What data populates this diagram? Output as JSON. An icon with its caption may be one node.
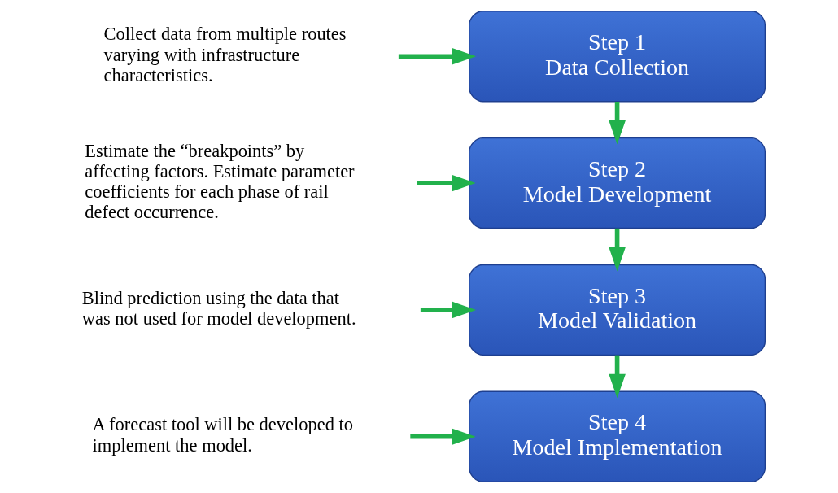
{
  "diagram": {
    "nodes": [
      {
        "text": [
          "Step 1",
          "Data Collection"
        ]
      },
      {
        "text": [
          "Step 2",
          "Model Development"
        ]
      },
      {
        "text": [
          "Step 3",
          "Model Validation"
        ]
      },
      {
        "text": [
          "Step 4",
          "Model Implementation"
        ]
      },
      {
        "text": [
          "Collect data from multiple routes varying with infrastructure characteristics."
        ]
      },
      {
        "text": [
          "Estimate the “breakpoints” by affecting factors. Estimate parameter coefficients for each phase of rail defect occurrence."
        ]
      },
      {
        "text": [
          "Blind prediction using the data that was not used for model development."
        ]
      },
      {
        "text": [
          "A forecast tool will be developed to implement the model."
        ]
      }
    ],
    "edges": [
      {
        "from": 0,
        "to": 1,
        "arrow": "to"
      },
      {
        "from": 1,
        "to": 2,
        "arrow": "to"
      },
      {
        "from": 2,
        "to": 3,
        "arrow": "to"
      },
      {
        "from": 4,
        "to": 0,
        "arrow": "to"
      },
      {
        "from": 5,
        "to": 1,
        "arrow": "to"
      },
      {
        "from": 6,
        "to": 2,
        "arrow": "to"
      },
      {
        "from": 7,
        "to": 3,
        "arrow": "to"
      }
    ]
  }
}
